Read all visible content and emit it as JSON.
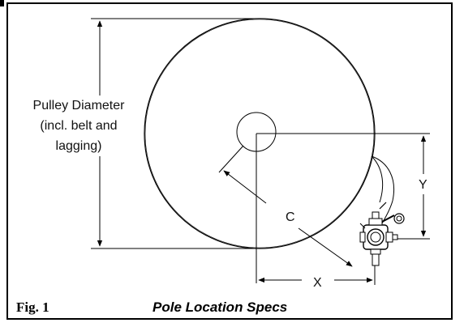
{
  "figure": {
    "fig_label": "Fig. 1",
    "title": "Pole Location Specs"
  },
  "diagram": {
    "pulley_label_line1": "Pulley Diameter",
    "pulley_label_line2": "(incl. belt and",
    "pulley_label_line3": "lagging)",
    "c_label": "C",
    "x_label": "X",
    "y_label": "Y"
  }
}
